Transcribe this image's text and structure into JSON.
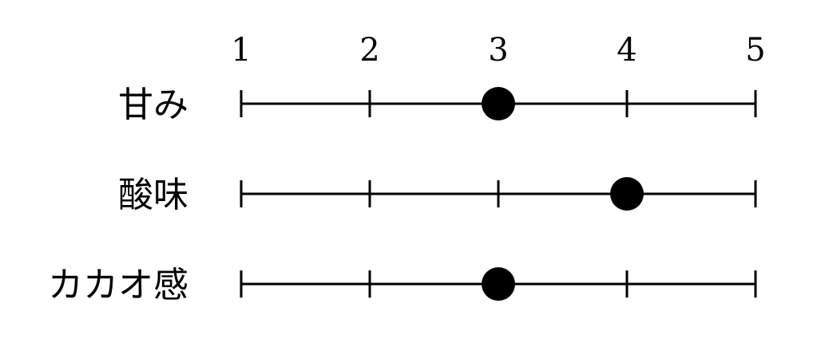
{
  "chart_data": {
    "type": "scatter",
    "x_ticks": [
      "1",
      "2",
      "3",
      "4",
      "5"
    ],
    "xlim": [
      1,
      5
    ],
    "grid": false,
    "categories": [
      "甘み",
      "酸味",
      "カカオ感"
    ],
    "values": [
      3,
      4,
      3
    ],
    "colors": {
      "line": "#000000",
      "marker": "#000000"
    }
  }
}
